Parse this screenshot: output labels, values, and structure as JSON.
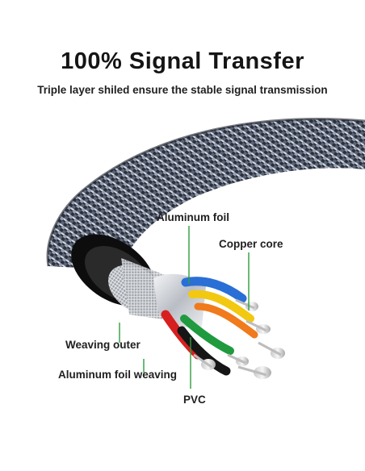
{
  "header": {
    "title": "100% Signal Transfer",
    "subtitle": "Triple layer shiled ensure the stable signal transmission"
  },
  "callouts": {
    "aluminum_foil": "Aluminum foil",
    "copper_core": "Copper core",
    "weaving_outer": "Weaving outer",
    "aluminum_foil_weaving": "Aluminum foil weaving",
    "pvc": "PVC"
  },
  "colors": {
    "leader_line": "#2e9e3a",
    "braid": "#3a4150",
    "jacket": "#111111",
    "wire_blue": "#2a6fd6",
    "wire_yellow": "#f2c811",
    "wire_orange": "#f07a1c",
    "wire_red": "#d71f1f",
    "wire_green": "#1f9a3e",
    "wire_black": "#161616"
  }
}
